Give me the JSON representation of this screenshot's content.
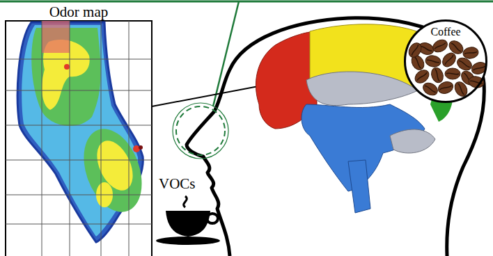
{
  "diagram": {
    "nodes": [
      {
        "text": [
          "Odor map"
        ]
      },
      {
        "text": [
          "Coffee"
        ]
      }
    ],
    "labels": [
      "VOCs"
    ]
  }
}
